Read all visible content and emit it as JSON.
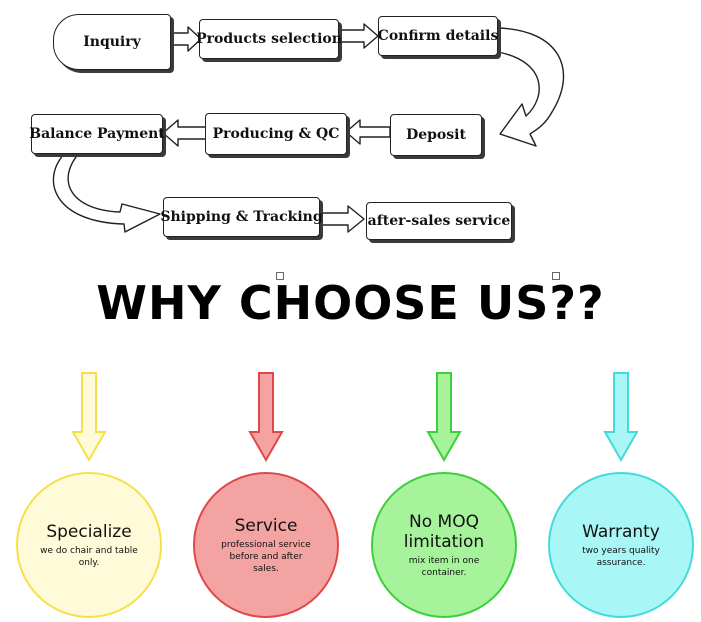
{
  "process": {
    "steps": [
      "Inquiry",
      "Products selection",
      "Confirm details",
      "Deposit",
      "Producing & QC",
      "Balance Payment",
      "Shipping & Tracking",
      "after-sales service"
    ]
  },
  "headline": "WHY CHOOSE US??",
  "features": [
    {
      "title": "Specialize",
      "desc": "we do chair and table only.",
      "color": "#f5e04a",
      "fill": "#fffbd9"
    },
    {
      "title": "Service",
      "desc": "professional service before and after sales.",
      "color": "#e04848",
      "fill": "#f4a3a3"
    },
    {
      "title": "No MOQ limitation",
      "desc": "mix item in one container.",
      "color": "#3ccf3c",
      "fill": "#a6f39c"
    },
    {
      "title": "Warranty",
      "desc": "two years quality assurance.",
      "color": "#45dada",
      "fill": "#a8f6f6"
    }
  ]
}
